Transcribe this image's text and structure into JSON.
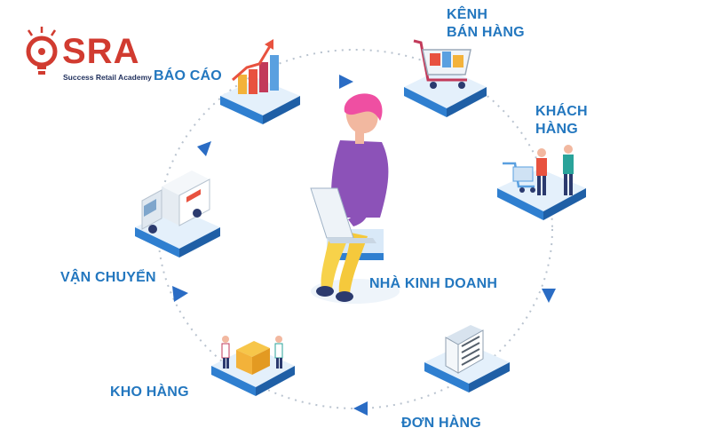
{
  "logo": {
    "name": "SRA",
    "tagline": "Success Retail Academy",
    "brand_color": "#d13b30"
  },
  "center": {
    "label": "NHÀ KINH DOANH"
  },
  "nodes": [
    {
      "id": "bao-cao",
      "lines": [
        "BÁO CÁO"
      ],
      "icon": "report-chart-icon"
    },
    {
      "id": "kenh-ban-hang",
      "lines": [
        "KÊNH",
        "BÁN HÀNG"
      ],
      "icon": "shopping-cart-icon"
    },
    {
      "id": "khach-hang",
      "lines": [
        "KHÁCH",
        "HÀNG"
      ],
      "icon": "customers-icon"
    },
    {
      "id": "don-hang",
      "lines": [
        "ĐƠN HÀNG"
      ],
      "icon": "order-documents-icon"
    },
    {
      "id": "kho-hang",
      "lines": [
        "KHO HÀNG"
      ],
      "icon": "warehouse-boxes-icon"
    },
    {
      "id": "van-chuyen",
      "lines": [
        "VẬN CHUYỂN"
      ],
      "icon": "delivery-truck-icon"
    }
  ],
  "colors": {
    "label": "#2377bf",
    "arrow": "#2a6cc4",
    "platform_top": "#e4f0fb",
    "platform_side": "#2f7fd0"
  }
}
